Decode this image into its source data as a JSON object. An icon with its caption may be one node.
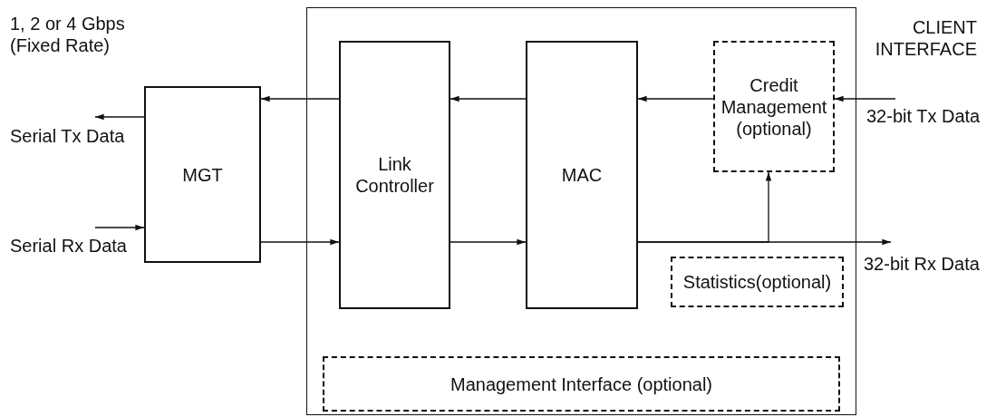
{
  "diagram": {
    "nodes": [
      {
        "text": [],
        "shape": "box"
      },
      {
        "text": [
          "MGT"
        ]
      },
      {
        "text": [
          "Link Controller"
        ],
        "in": 0
      },
      {
        "text": [
          "MAC"
        ],
        "in": 0
      },
      {
        "text": [
          "Credit Management (optional)"
        ],
        "in": 0
      },
      {
        "text": [
          "Statistics(optional)"
        ],
        "in": 0
      },
      {
        "text": [
          "Management Interface (optional)"
        ],
        "in": 0
      },
      {
        "text": [
          "Serial Tx Data"
        ]
      },
      {
        "text": [
          "Serial Rx Data"
        ]
      },
      {
        "text": [
          "32-bit Tx Data"
        ]
      },
      {
        "text": [
          "32-bit Rx Data"
        ]
      }
    ],
    "edges": [
      {
        "from": 9,
        "to": 4,
        "arrow": "to"
      },
      {
        "from": 4,
        "to": 3,
        "arrow": "to"
      },
      {
        "from": 3,
        "to": 2,
        "arrow": "to"
      },
      {
        "from": 2,
        "to": 1,
        "arrow": "to"
      },
      {
        "from": 1,
        "to": 7,
        "arrow": "to"
      },
      {
        "from": 8,
        "to": 1,
        "arrow": "to"
      },
      {
        "from": 1,
        "to": 2,
        "arrow": "to"
      },
      {
        "from": 2,
        "to": 3,
        "arrow": "to"
      },
      {
        "from": 3,
        "to": 10,
        "arrow": "to"
      },
      {
        "from": 3,
        "to": 4,
        "arrow": "to"
      }
    ],
    "labels": [
      "1, 2 or 4 Gbps (Fixed Rate)",
      "CLIENT INTERFACE"
    ]
  }
}
